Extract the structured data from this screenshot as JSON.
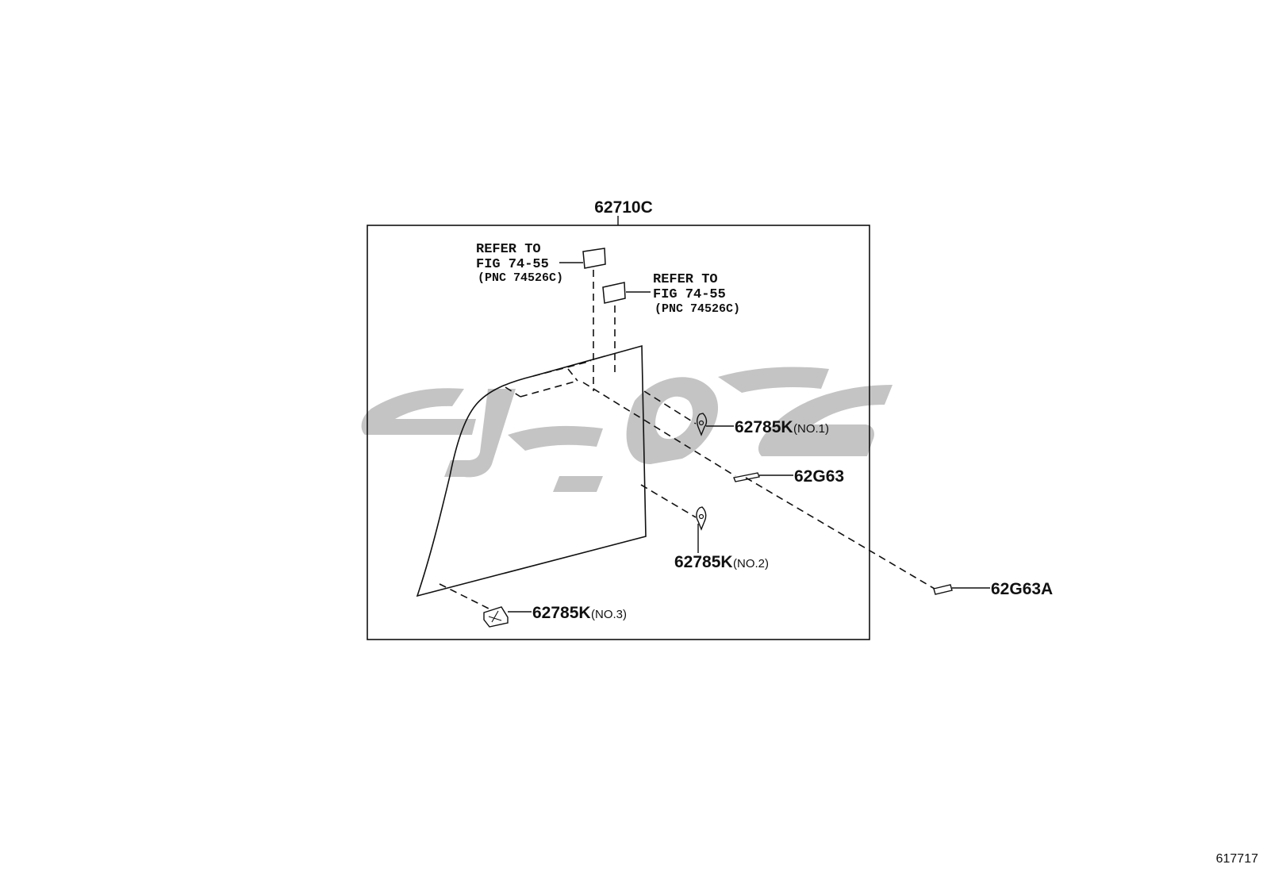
{
  "assembly": {
    "part_number": "62710C"
  },
  "refer_1": {
    "line1": "REFER TO",
    "line2": "FIG 74-55",
    "line3": "(PNC 74526C)"
  },
  "refer_2": {
    "line1": "REFER TO",
    "line2": "FIG 74-55",
    "line3": "(PNC 74526C)"
  },
  "parts": {
    "clip_no1": {
      "number": "62785K",
      "suffix": "(NO.1)"
    },
    "retainer": {
      "number": "62G63"
    },
    "clip_no2": {
      "number": "62785K",
      "suffix": "(NO.2)"
    },
    "retainer_a": {
      "number": "62G63A"
    },
    "clip_no3": {
      "number": "62785K",
      "suffix": "(NO.3)"
    }
  },
  "illustration_id": "617717",
  "watermark": {
    "text": "تویوتا"
  }
}
